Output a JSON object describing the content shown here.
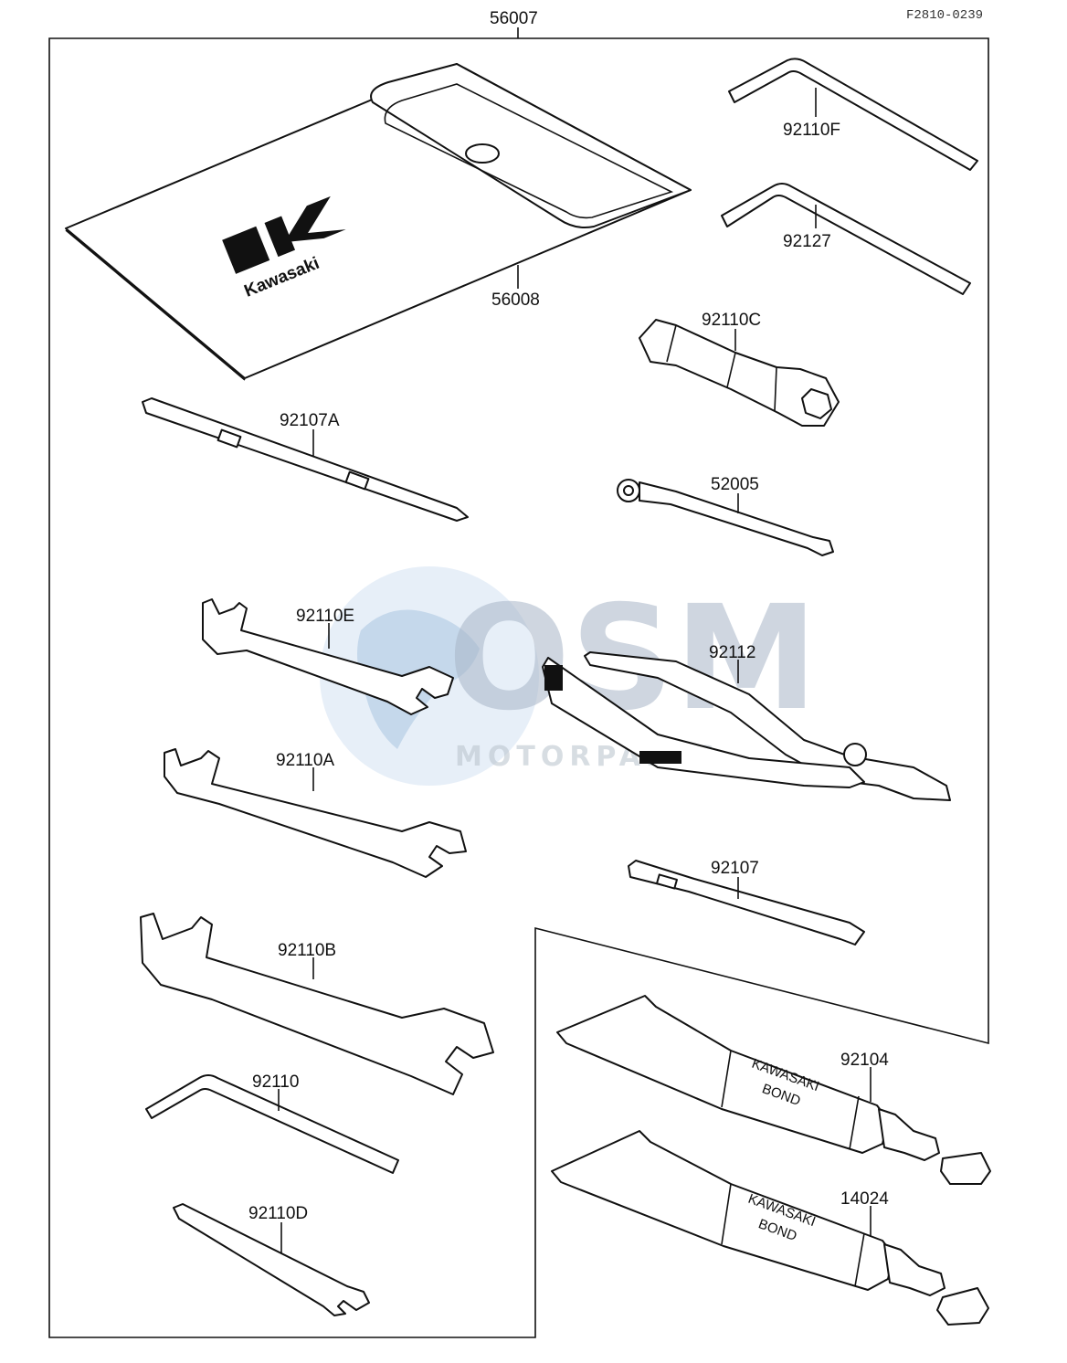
{
  "reference_code": "F2810-0239",
  "kit_label": "56007",
  "pouch": {
    "label": "56008",
    "brand_text": "Kawasaki"
  },
  "parts": {
    "p92110F": "92110F",
    "p92127": "92127",
    "p92110C": "92110C",
    "p52005": "52005",
    "p92107A": "92107A",
    "p92110E": "92110E",
    "p92112": "92112",
    "p92110A": "92110A",
    "p92107": "92107",
    "p92110B": "92110B",
    "p92110": "92110",
    "p92110D": "92110D",
    "p92104": "92104",
    "p14024": "14024"
  },
  "tube_text": {
    "line1": "KAWASAKI",
    "line2": "BOND"
  },
  "watermark": {
    "big": "OSM",
    "small": "MOTORPARTS"
  }
}
